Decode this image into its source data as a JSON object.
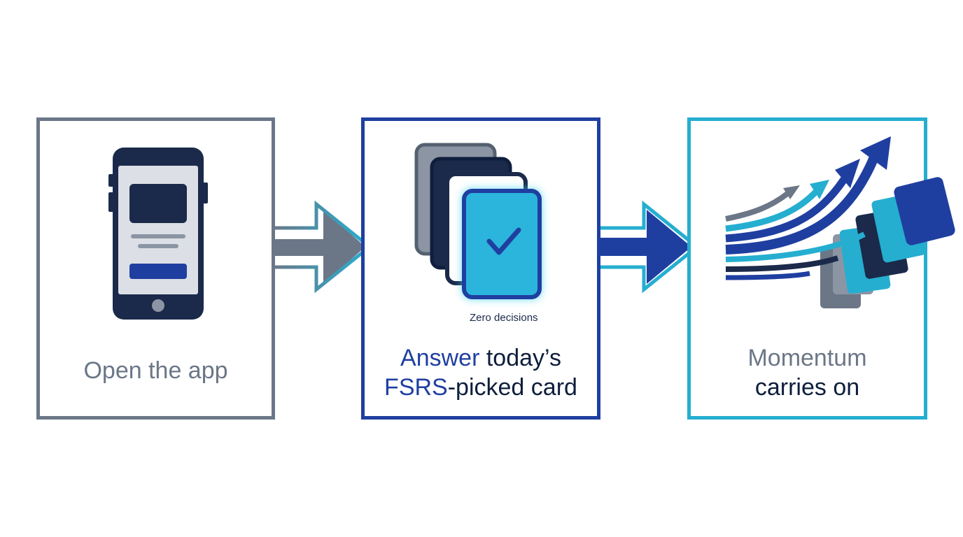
{
  "steps": [
    {
      "label": "Open the app",
      "icon": "phone-icon"
    },
    {
      "label_line1_accent": "Answer",
      "label_line1_rest": " today’s",
      "label_line2_accent": "FSRS",
      "label_line2_rest": "-picked card",
      "caption": "Zero decisions",
      "icon": "card-stack-check-icon"
    },
    {
      "label_line1": "Momentum",
      "label_line2": "carries on",
      "icon": "momentum-arrows-icon"
    }
  ],
  "connectors": [
    "arrow-right-icon",
    "arrow-right-icon"
  ],
  "colors": {
    "slate": "#6b7787",
    "navy": "#1b2a4a",
    "blue": "#1f3fa0",
    "cyan": "#25aed0"
  }
}
